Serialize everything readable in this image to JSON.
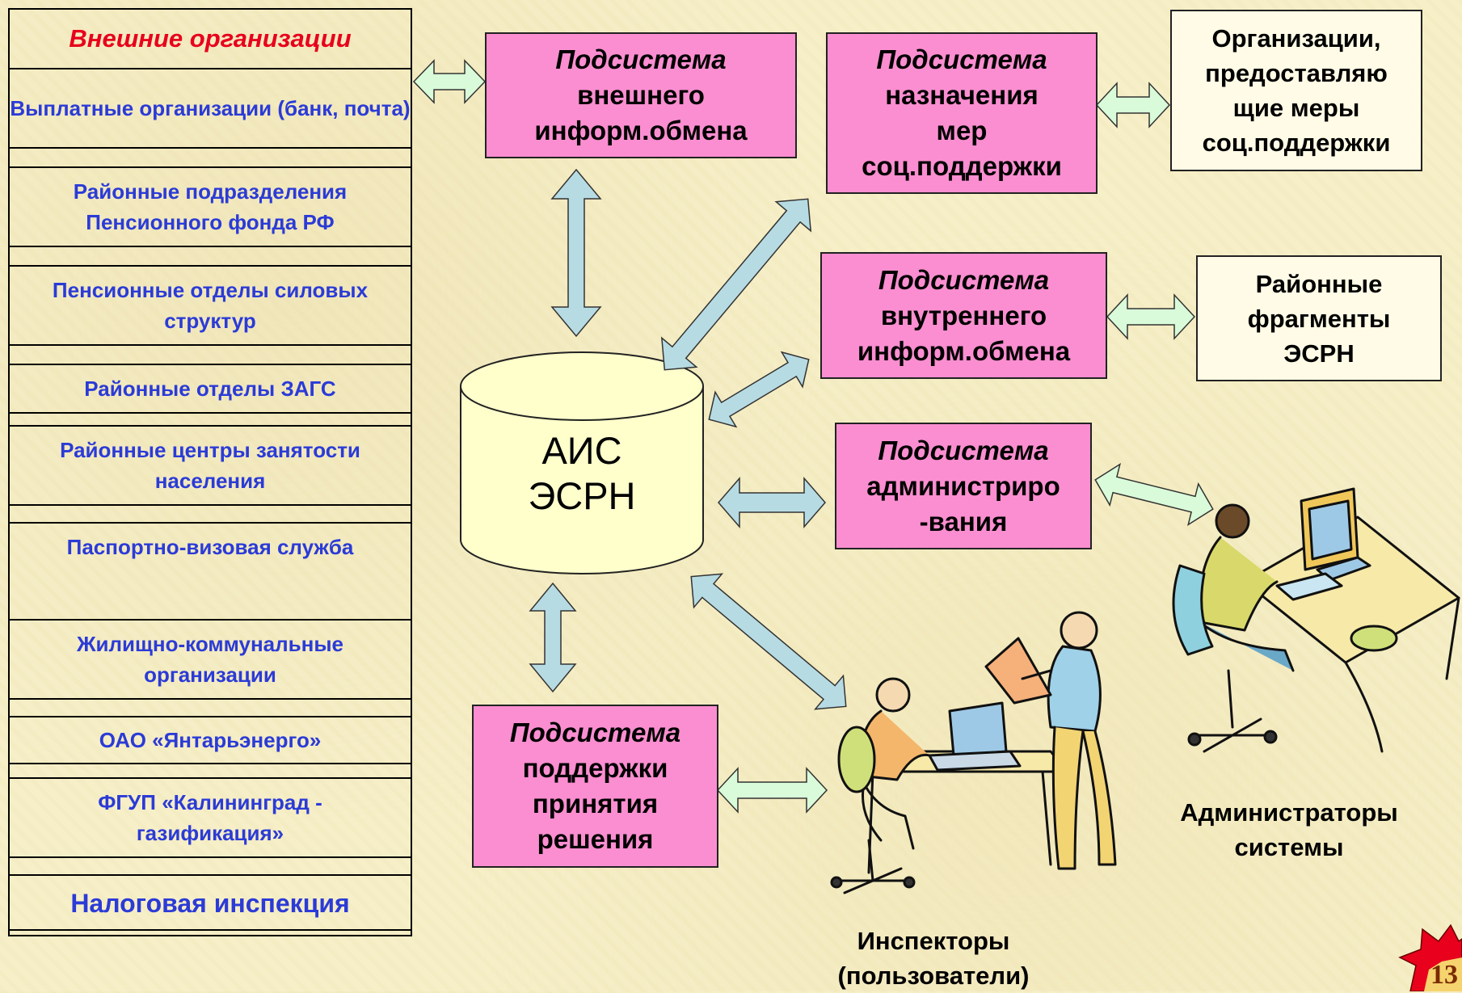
{
  "left_panel": {
    "title": "Внешние организации",
    "items": [
      "Выплатные организации (банк, почта)",
      "Районные подразделения Пенсионного фонда РФ",
      "Пенсионные отделы силовых структур",
      "Районные отделы ЗАГС",
      "Районные центры занятости населения",
      "Паспортно-визовая служба",
      "Жилищно-коммунальные организации",
      "ОАО «Янтарьэнерго»",
      "ФГУП «Калининград - газификация»",
      "Налоговая инспекция"
    ]
  },
  "center": {
    "line1": "АИС",
    "line2": "ЭСРН"
  },
  "subsystems": {
    "external": {
      "title": "Подсистема",
      "lines": [
        "внешнего",
        "информ.обмена"
      ]
    },
    "assignment": {
      "title": "Подсистема",
      "lines": [
        "назначения",
        "мер",
        "соц.поддержки"
      ]
    },
    "internal": {
      "title": "Подсистема",
      "lines": [
        "внутреннего",
        "информ.обмена"
      ]
    },
    "admin": {
      "title": "Подсистема",
      "lines": [
        "администриро",
        "-вания"
      ]
    },
    "decision": {
      "title": "Подсистема",
      "lines": [
        "поддержки",
        "принятия",
        "решения"
      ]
    }
  },
  "outer_boxes": {
    "orgs": [
      "Организации,",
      "предоставляю",
      "щие меры",
      "соц.поддержки"
    ],
    "fragments": [
      "Районные",
      "фрагменты",
      "ЭСРН"
    ]
  },
  "captions": {
    "admins": [
      "Администраторы",
      "системы"
    ],
    "inspectors": [
      "Инспекторы",
      "(пользователи)"
    ]
  },
  "page_number": "13",
  "colors": {
    "pink": "#fa8ed0",
    "blue_arrow": "#b7dbe3",
    "green_arrow": "#d9fbd9",
    "left_text": "#2b3bd7",
    "title_red": "#e8001c",
    "cylinder": "#ffffcc"
  }
}
